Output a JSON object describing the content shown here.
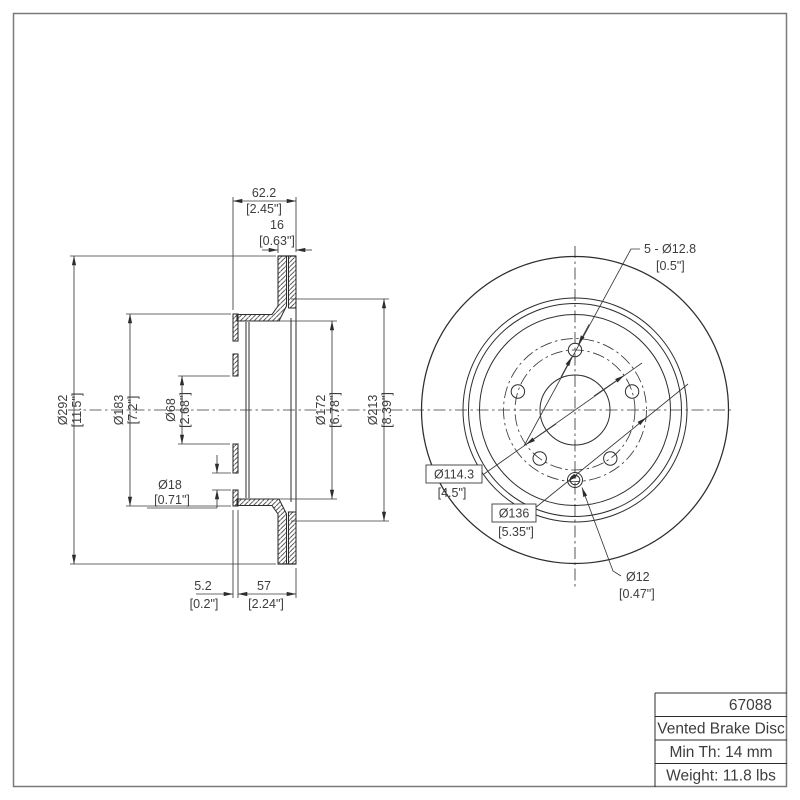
{
  "colors": {
    "line": "#2d2d2d",
    "text": "#3d3d3d",
    "frame": "#7a7a7a",
    "background": "#ffffff"
  },
  "section_view": {
    "dims": {
      "overall_width_mm": "62.2",
      "overall_width_in": "[2.45\"]",
      "band_thickness_mm": "16",
      "band_thickness_in": "[0.63\"]",
      "outer_dia_mm": "Ø292",
      "outer_dia_in": "[11.5\"]",
      "hat_dia_mm": "Ø183",
      "hat_dia_in": "[7.2\"]",
      "bore_dia_mm": "Ø68",
      "bore_dia_in": "[2.68\"]",
      "small_hole_dia_mm": "Ø18",
      "small_hole_dia_in": "[0.71\"]",
      "inner_band_dia_mm": "Ø172",
      "inner_band_dia_in": "[6.78\"]",
      "hat_outer_dia_mm": "Ø213",
      "hat_outer_dia_in": "[8.39\"]",
      "flange_thickness_mm": "5.2",
      "flange_thickness_in": "[0.2\"]",
      "hat_depth_mm": "57",
      "hat_depth_in": "[2.24\"]"
    }
  },
  "front_view": {
    "dims": {
      "bolt_holes_mm": "5 - Ø12.8",
      "bolt_holes_in": "[0.5\"]",
      "bolt_circle_mm": "Ø114.3",
      "bolt_circle_in": "[4.5\"]",
      "aux_circle_mm": "Ø136",
      "aux_circle_in": "[5.35\"]",
      "pin_hole_mm": "Ø12",
      "pin_hole_in": "[0.47\"]"
    }
  },
  "title_block": {
    "part_number": "67088",
    "part_name": "Vented Brake Disc",
    "min_thickness": "Min Th: 14 mm",
    "weight": "Weight: 11.8 lbs"
  }
}
